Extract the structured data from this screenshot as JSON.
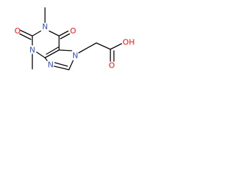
{
  "molecule": {
    "colors": {
      "bond": "#000000",
      "oxygen": "#ff0d0d",
      "nitrogen": "#3050f8",
      "background": "#ffffff"
    },
    "atoms": {
      "N1": "N",
      "N3": "N",
      "N7": "N",
      "N9": "N",
      "O2": "O",
      "O6": "O",
      "O_acid_double": "O",
      "OH": "OH"
    }
  }
}
